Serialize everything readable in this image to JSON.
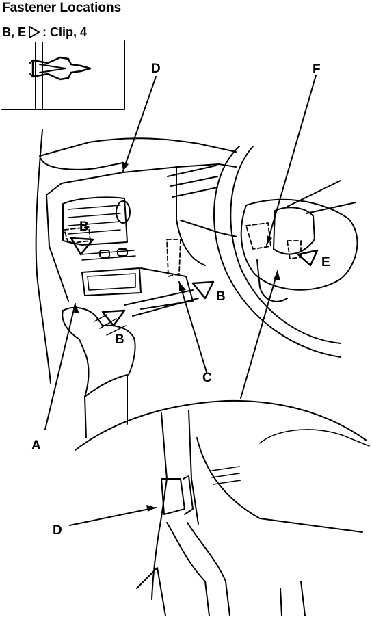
{
  "title": "Fastener Locations",
  "legend": {
    "prefix": "B, E",
    "suffix": ": Clip, 4"
  },
  "callouts": {
    "A": "A",
    "B1": "B",
    "B2": "B",
    "B3": "B",
    "C": "C",
    "D_top": "D",
    "D_bottom": "D",
    "E": "E",
    "F": "F"
  },
  "icons": {
    "clip_marker": "hollow-triangle-pointing-right"
  }
}
